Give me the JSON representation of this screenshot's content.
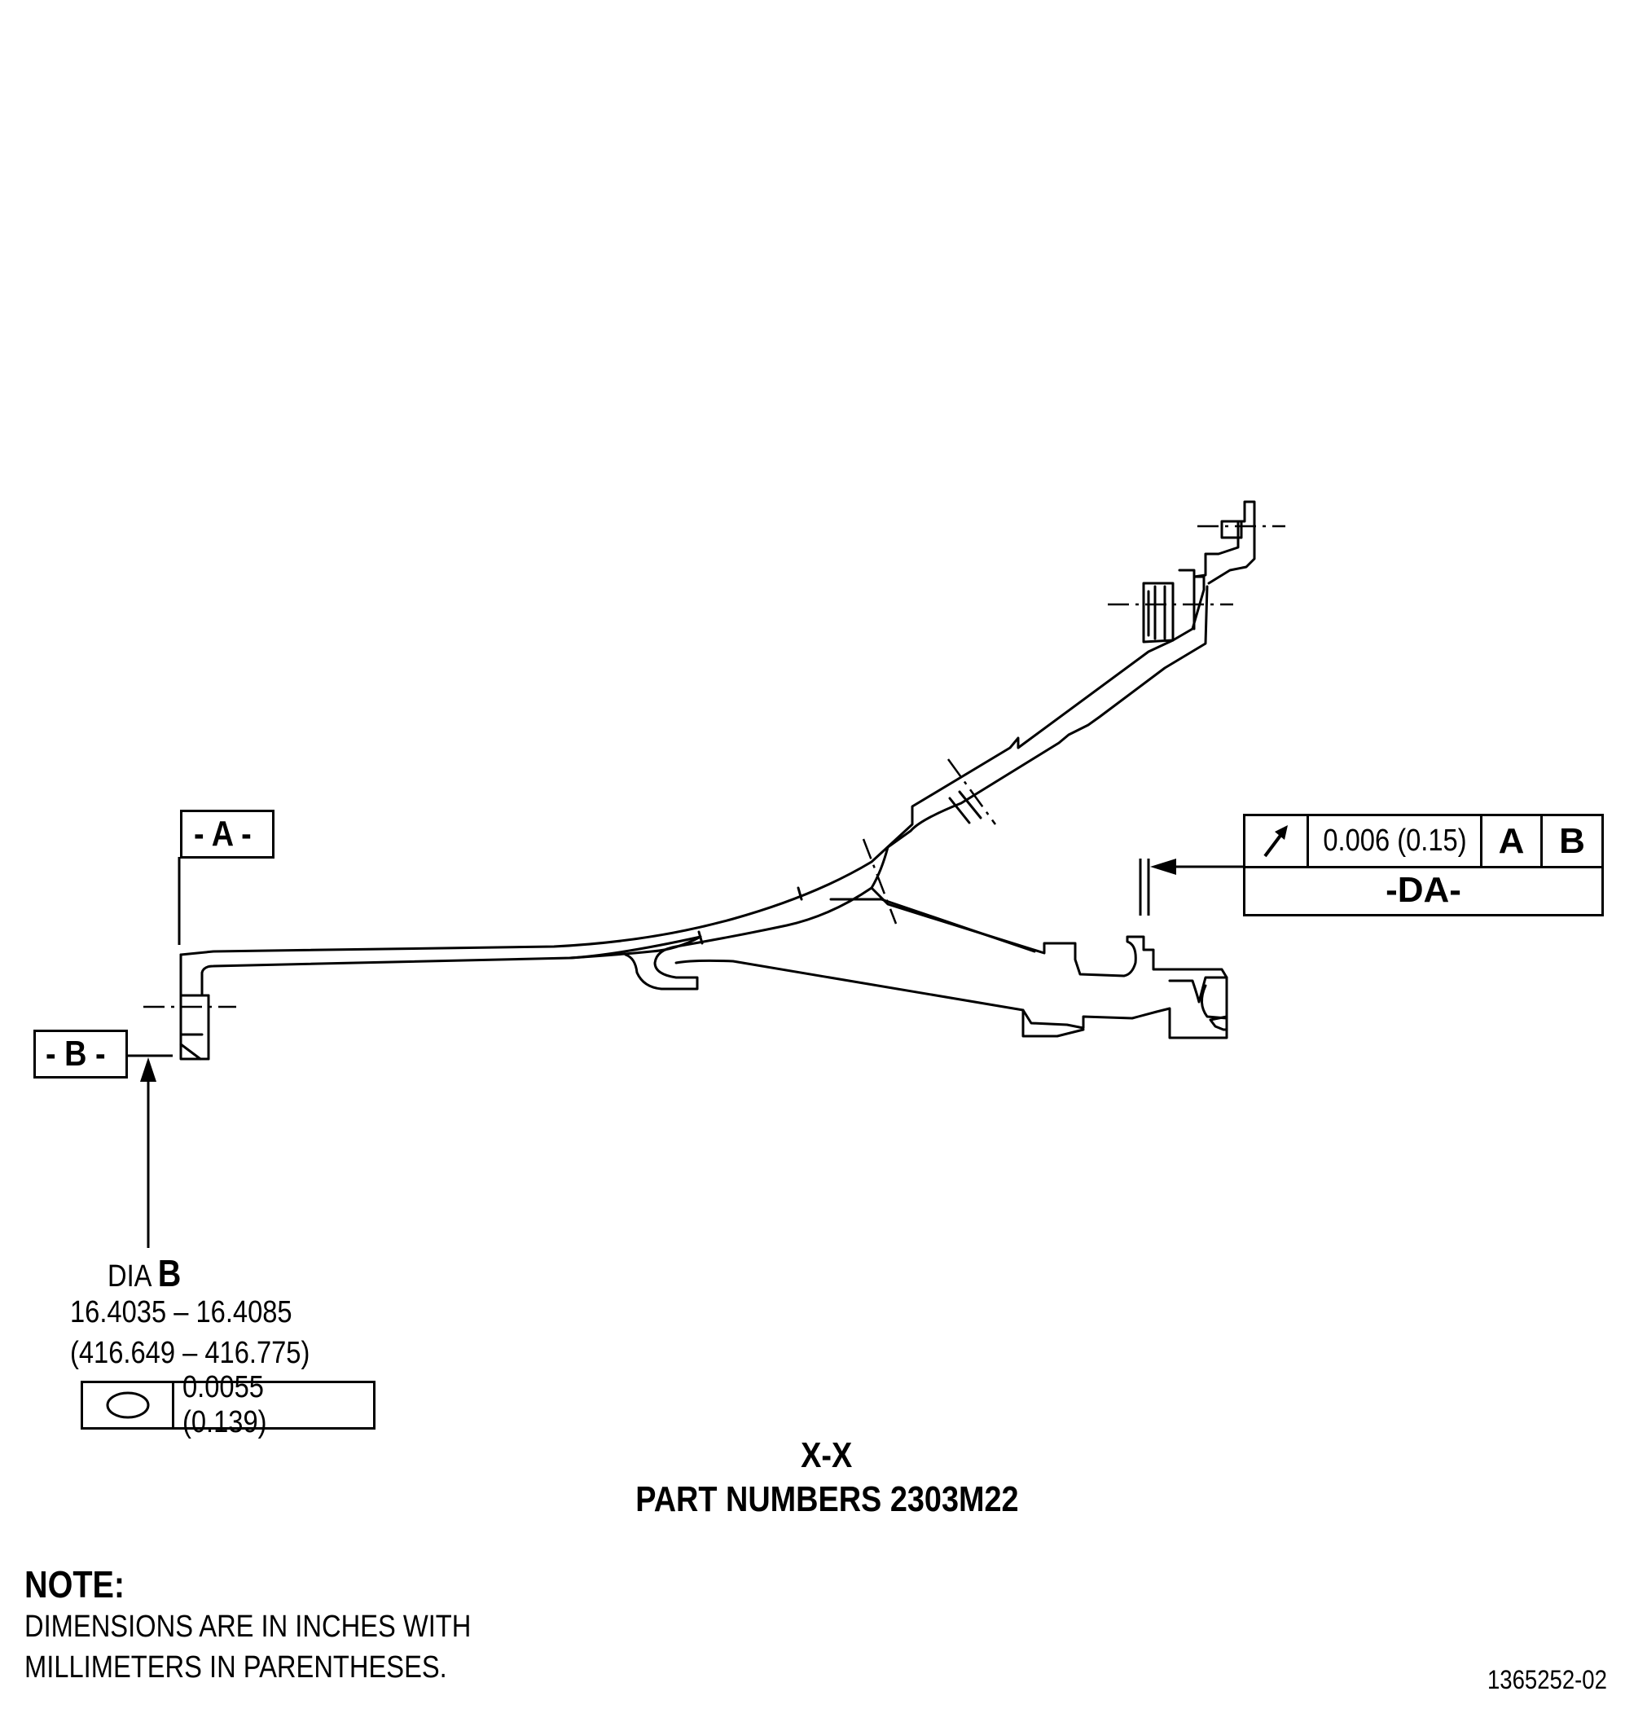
{
  "datums": {
    "a": "- A -",
    "b": "- B -"
  },
  "runout_frame": {
    "tolerance": "0.006 (0.15)",
    "ref_a": "A",
    "ref_b": "B",
    "datum_label": "-DA-",
    "symbol_icon": "circular-runout-arrow-icon"
  },
  "diameter_b": {
    "prefix": "DIA",
    "letter": "B",
    "inches": "16.4035 – 16.4085",
    "mm": "(416.649 – 416.775)",
    "tolerance": "0.0055 (0.139)",
    "symbol_icon": "circularity-ellipse-icon"
  },
  "view": {
    "section": "X-X",
    "part_numbers": "PART NUMBERS 2303M22"
  },
  "note": {
    "heading": "NOTE:",
    "line1": "DIMENSIONS ARE IN INCHES WITH",
    "line2": "MILLIMETERS IN PARENTHESES."
  },
  "figure_id": "1365252-02"
}
